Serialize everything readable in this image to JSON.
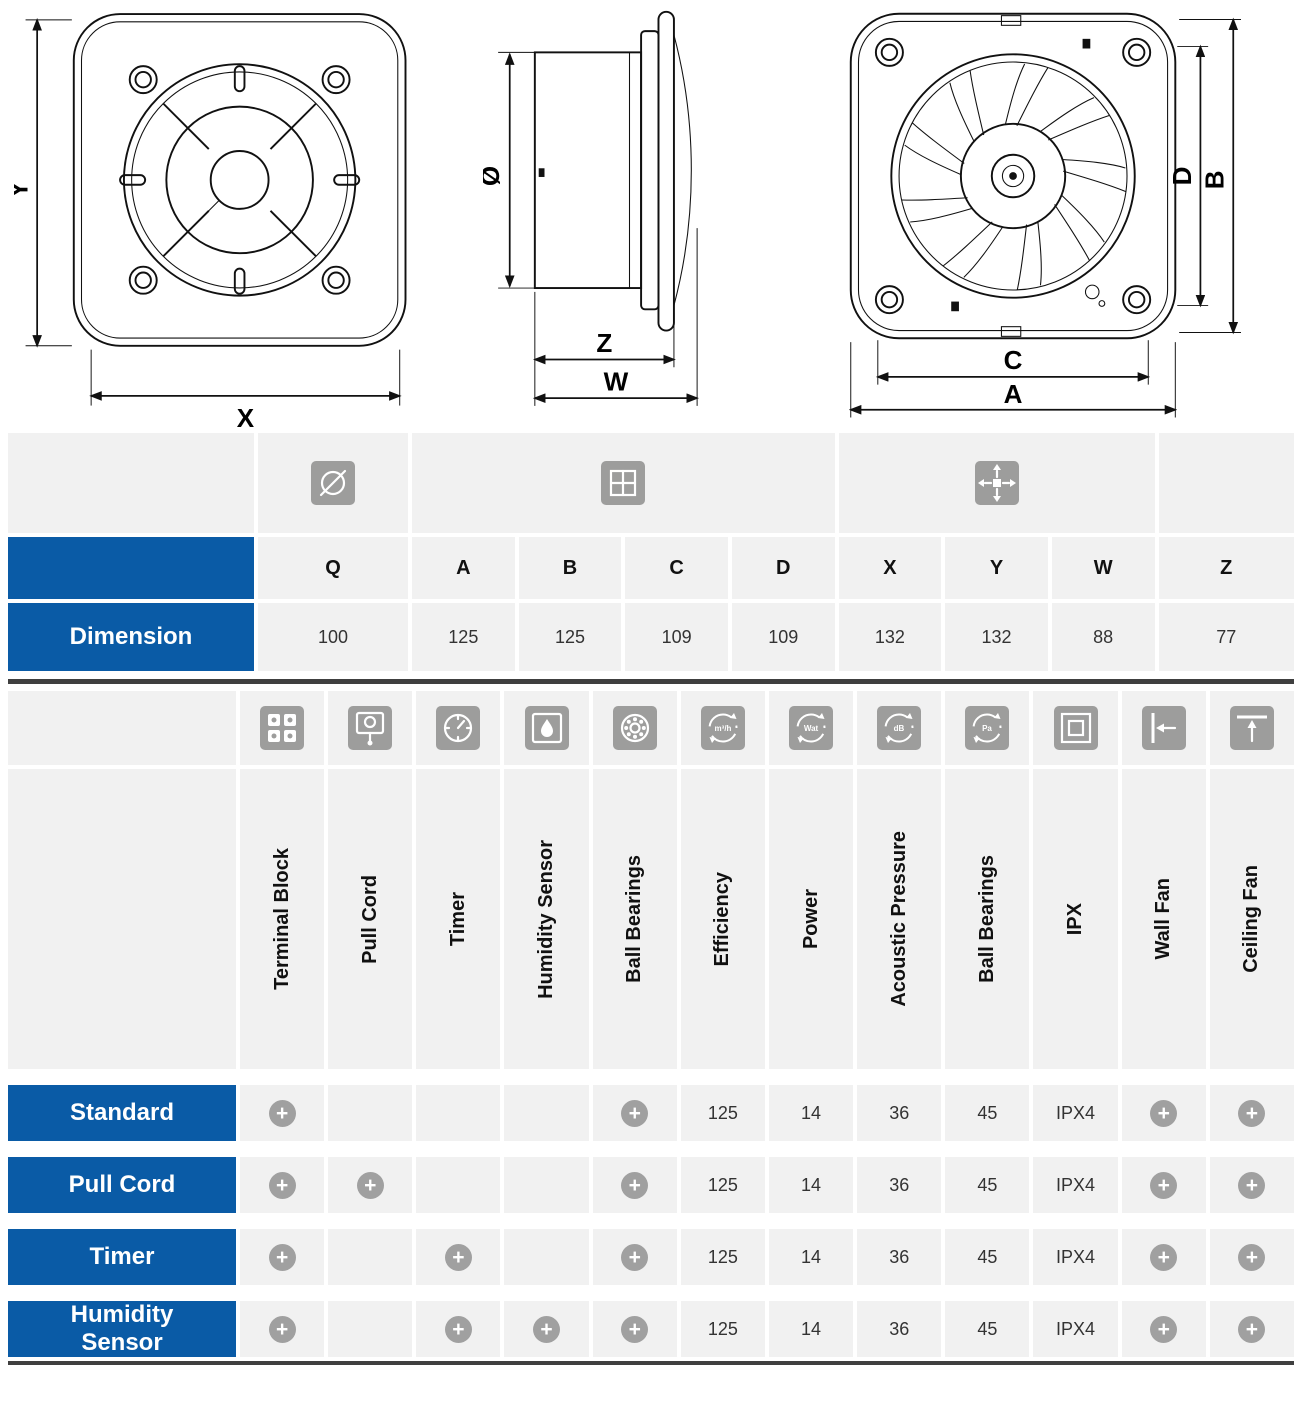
{
  "colors": {
    "accent_blue": "#0a5ba6",
    "cell_gray": "#f1f1f1",
    "icon_gray": "#9d9d9c",
    "plus_gray": "#a0a0a0"
  },
  "drawings": {
    "front": {
      "vertical_label": "Y",
      "horizontal_label": "X"
    },
    "side": {
      "diameter_label": "Ø",
      "depth_inner_label": "Z",
      "depth_outer_label": "W"
    },
    "back": {
      "inner_vertical_label": "D",
      "outer_vertical_label": "B",
      "inner_horizontal_label": "C",
      "outer_horizontal_label": "A"
    }
  },
  "dimension_table": {
    "icon_cells": [
      {
        "icon": "diameter-icon",
        "span": 1
      },
      {
        "icon": "front-view-icon",
        "span": 4
      },
      {
        "icon": "expand-arrows-icon",
        "span": 3
      },
      {
        "icon": null,
        "span": 1
      }
    ],
    "columns": [
      "Q",
      "A",
      "B",
      "C",
      "D",
      "X",
      "Y",
      "W",
      "Z"
    ],
    "label": "Dimension",
    "values": [
      "100",
      "125",
      "125",
      "109",
      "109",
      "132",
      "132",
      "88",
      "77"
    ]
  },
  "feature_table": {
    "columns": [
      {
        "icon": "terminal-block-icon",
        "label": "Terminal Block"
      },
      {
        "icon": "pull-cord-icon",
        "label": "Pull Cord"
      },
      {
        "icon": "timer-icon",
        "label": "Timer"
      },
      {
        "icon": "humidity-sensor-icon",
        "label": "Humidity Sensor"
      },
      {
        "icon": "ball-bearings-icon",
        "label": "Ball Bearings"
      },
      {
        "icon": "airflow-icon",
        "icon_text": "m³/h",
        "label": "Efficiency"
      },
      {
        "icon": "power-icon",
        "icon_text": "Wat",
        "label": "Power"
      },
      {
        "icon": "acoustic-icon",
        "icon_text": "dB",
        "label": "Acoustic Pressure"
      },
      {
        "icon": "pressure-icon",
        "icon_text": "Pa",
        "label": "Ball Bearings"
      },
      {
        "icon": "ipx-icon",
        "label": "IPX"
      },
      {
        "icon": "wall-fan-icon",
        "label": "Wall Fan"
      },
      {
        "icon": "ceiling-fan-icon",
        "label": "Ceiling Fan"
      }
    ],
    "rows": [
      {
        "label": "Standard",
        "cells": [
          "+",
          "",
          "",
          "",
          "+",
          "125",
          "14",
          "36",
          "45",
          "IPX4",
          "+",
          "+"
        ]
      },
      {
        "label": "Pull Cord",
        "cells": [
          "+",
          "+",
          "",
          "",
          "+",
          "125",
          "14",
          "36",
          "45",
          "IPX4",
          "+",
          "+"
        ]
      },
      {
        "label": "Timer",
        "cells": [
          "+",
          "",
          "+",
          "",
          "+",
          "125",
          "14",
          "36",
          "45",
          "IPX4",
          "+",
          "+"
        ]
      },
      {
        "label": "Humidity Sensor",
        "cells": [
          "+",
          "",
          "+",
          "+",
          "+",
          "125",
          "14",
          "36",
          "45",
          "IPX4",
          "+",
          "+"
        ]
      }
    ]
  }
}
